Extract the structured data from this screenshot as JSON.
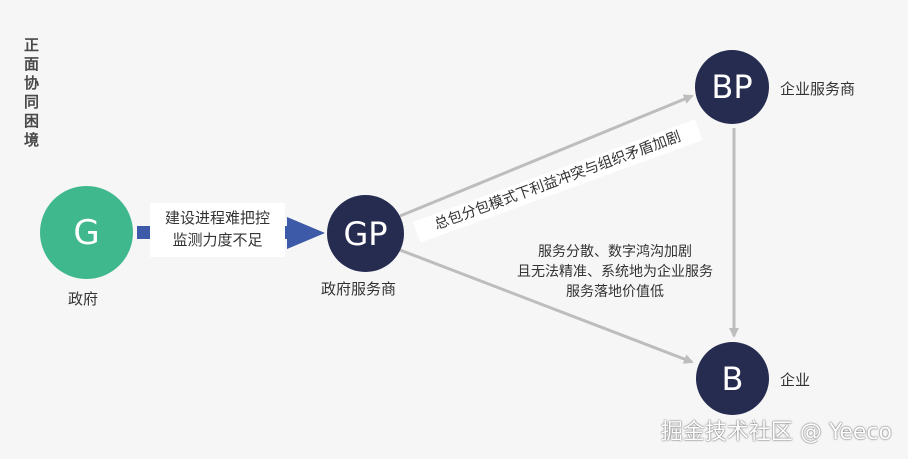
{
  "side_title": "正面协同困境",
  "nodes": {
    "g": {
      "letter": "G",
      "label": "政府",
      "color": "#3fb88d"
    },
    "gp": {
      "letter": "GP",
      "label": "政府服务商",
      "color": "#262b50"
    },
    "bp": {
      "letter": "BP",
      "label": "企业服务商",
      "color": "#262b50"
    },
    "b": {
      "letter": "B",
      "label": "企业",
      "color": "#262b50"
    }
  },
  "edges": {
    "g_to_gp": {
      "line1": "建设进程难把控",
      "line2": "监测力度不足",
      "color": "#3d5aa8"
    },
    "gp_to_bp": {
      "text": "总包分包模式下利益冲突与组织矛盾加剧",
      "color": "#bdbdbd"
    },
    "gp_to_b": {
      "line1": "服务分散、数字鸿沟加剧",
      "line2": "且无法精准、系统地为企业服务",
      "line3": "服务落地价值低",
      "color": "#bdbdbd"
    },
    "bp_to_b": {
      "color": "#bdbdbd"
    }
  },
  "watermark": "掘金技术社区 @ Yeeco"
}
